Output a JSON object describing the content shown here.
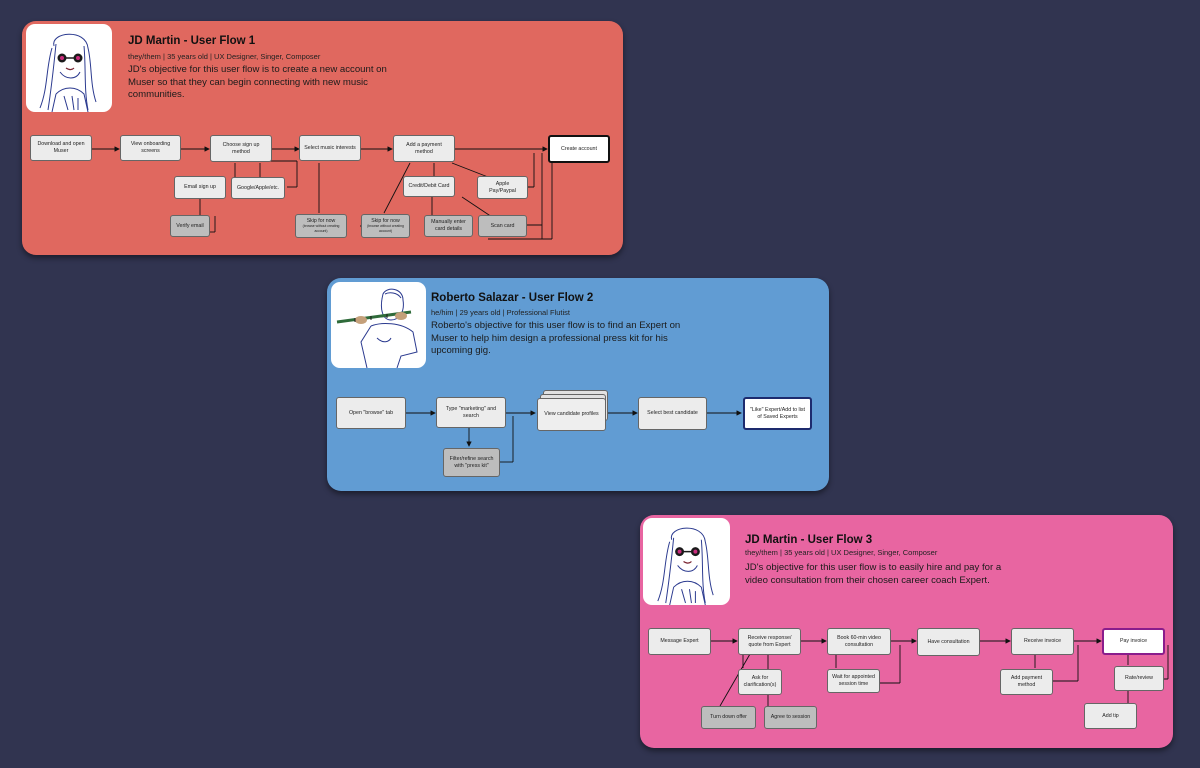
{
  "flows": [
    {
      "title": "JD Martin - User Flow 1",
      "pronouns": "they/them",
      "age": "35 years old",
      "roles": "UX Designer, Singer, Composer",
      "objective": "JD's objective for this user flow is to create a new account on Muser so that they can begin connecting with new music communities.",
      "colors": {
        "card": "#e0685f"
      },
      "nodes": {
        "download": "Download and open Muser",
        "onboarding": "View onboarding screens",
        "signup": "Choose sign up method",
        "email": "Email sign up",
        "google": "Google/Apple/etc.",
        "verify": "Verify email",
        "interests": "Select music interests",
        "skip1": "Skip for now",
        "skip1_note": "(browse without creating account)",
        "payment": "Add a payment method",
        "skip2": "Skip for now",
        "skip2_note": "(browse without creating account)",
        "card": "Credit/Debit Card",
        "applepay": "Apple Pay/Paypal",
        "manual": "Manually enter card details",
        "scan": "Scan card",
        "create": "Create account"
      }
    },
    {
      "title": "Roberto Salazar - User Flow 2",
      "pronouns": "he/him",
      "age": "29 years old",
      "roles": "Professional Flutist",
      "objective": "Roberto's objective for this user flow is to find an Expert on Muser to help him design a professional press kit for his upcoming gig.",
      "colors": {
        "card": "#619cd3"
      },
      "nodes": {
        "browse": "Open \"browse\" tab",
        "type": "Type \"marketing\" and search",
        "filter": "Filter/refine search with \"press kit\"",
        "profiles": "View candidate profiles",
        "best": "Select best candidate",
        "like": "\"Like\" Expert/Add to list of Saved Experts"
      }
    },
    {
      "title": "JD Martin - User Flow 3",
      "pronouns": "they/them",
      "age": "35 years old",
      "roles": "UX Designer, Singer, Composer",
      "objective": "JD's objective for this user flow is to easily hire and pay for a video consultation from their chosen career coach Expert.",
      "colors": {
        "card": "#e865a1"
      },
      "nodes": {
        "message": "Message Expert",
        "receive": "Receive response/ quote from Expert",
        "clarify": "Ask for clarification(s)",
        "turndown": "Turn down offer",
        "agree": "Agree to session",
        "book": "Book 60-min video consultation",
        "wait": "Wait for appointed session time",
        "have": "Have consultation",
        "invoice": "Receive invoice",
        "addpay": "Add payment method",
        "pay": "Pay invoice",
        "rate": "Rate/review",
        "tip": "Add tip"
      }
    }
  ]
}
